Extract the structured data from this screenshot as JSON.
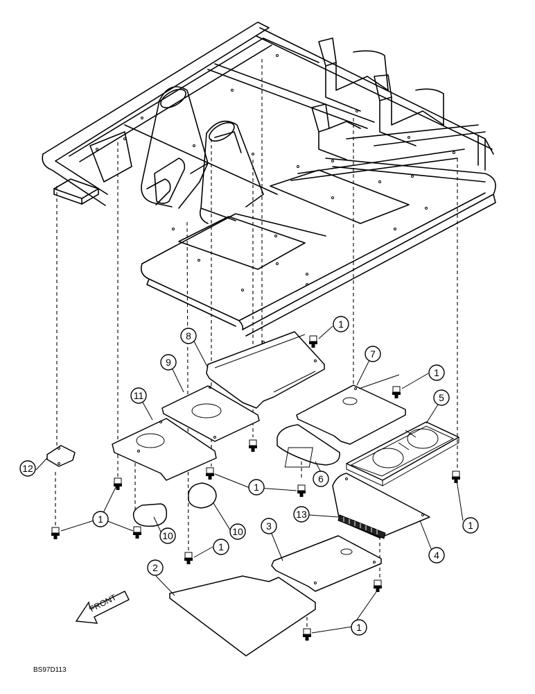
{
  "drawing": {
    "code": "BS97D113",
    "front_label": "FRONT"
  },
  "callouts": [
    {
      "id": "c1-top",
      "label": "1"
    },
    {
      "id": "c1-right",
      "label": "1"
    },
    {
      "id": "c1-mid",
      "label": "1"
    },
    {
      "id": "c1-left",
      "label": "1"
    },
    {
      "id": "c1-lower",
      "label": "1"
    },
    {
      "id": "c1-far-right",
      "label": "1"
    },
    {
      "id": "c1-bottom",
      "label": "1"
    },
    {
      "id": "c2",
      "label": "2"
    },
    {
      "id": "c3",
      "label": "3"
    },
    {
      "id": "c4",
      "label": "4"
    },
    {
      "id": "c5",
      "label": "5"
    },
    {
      "id": "c6",
      "label": "6"
    },
    {
      "id": "c7",
      "label": "7"
    },
    {
      "id": "c8",
      "label": "8"
    },
    {
      "id": "c9",
      "label": "9"
    },
    {
      "id": "c10-left",
      "label": "10"
    },
    {
      "id": "c10-right",
      "label": "10"
    },
    {
      "id": "c11",
      "label": "11"
    },
    {
      "id": "c12",
      "label": "12"
    },
    {
      "id": "c13",
      "label": "13"
    }
  ]
}
